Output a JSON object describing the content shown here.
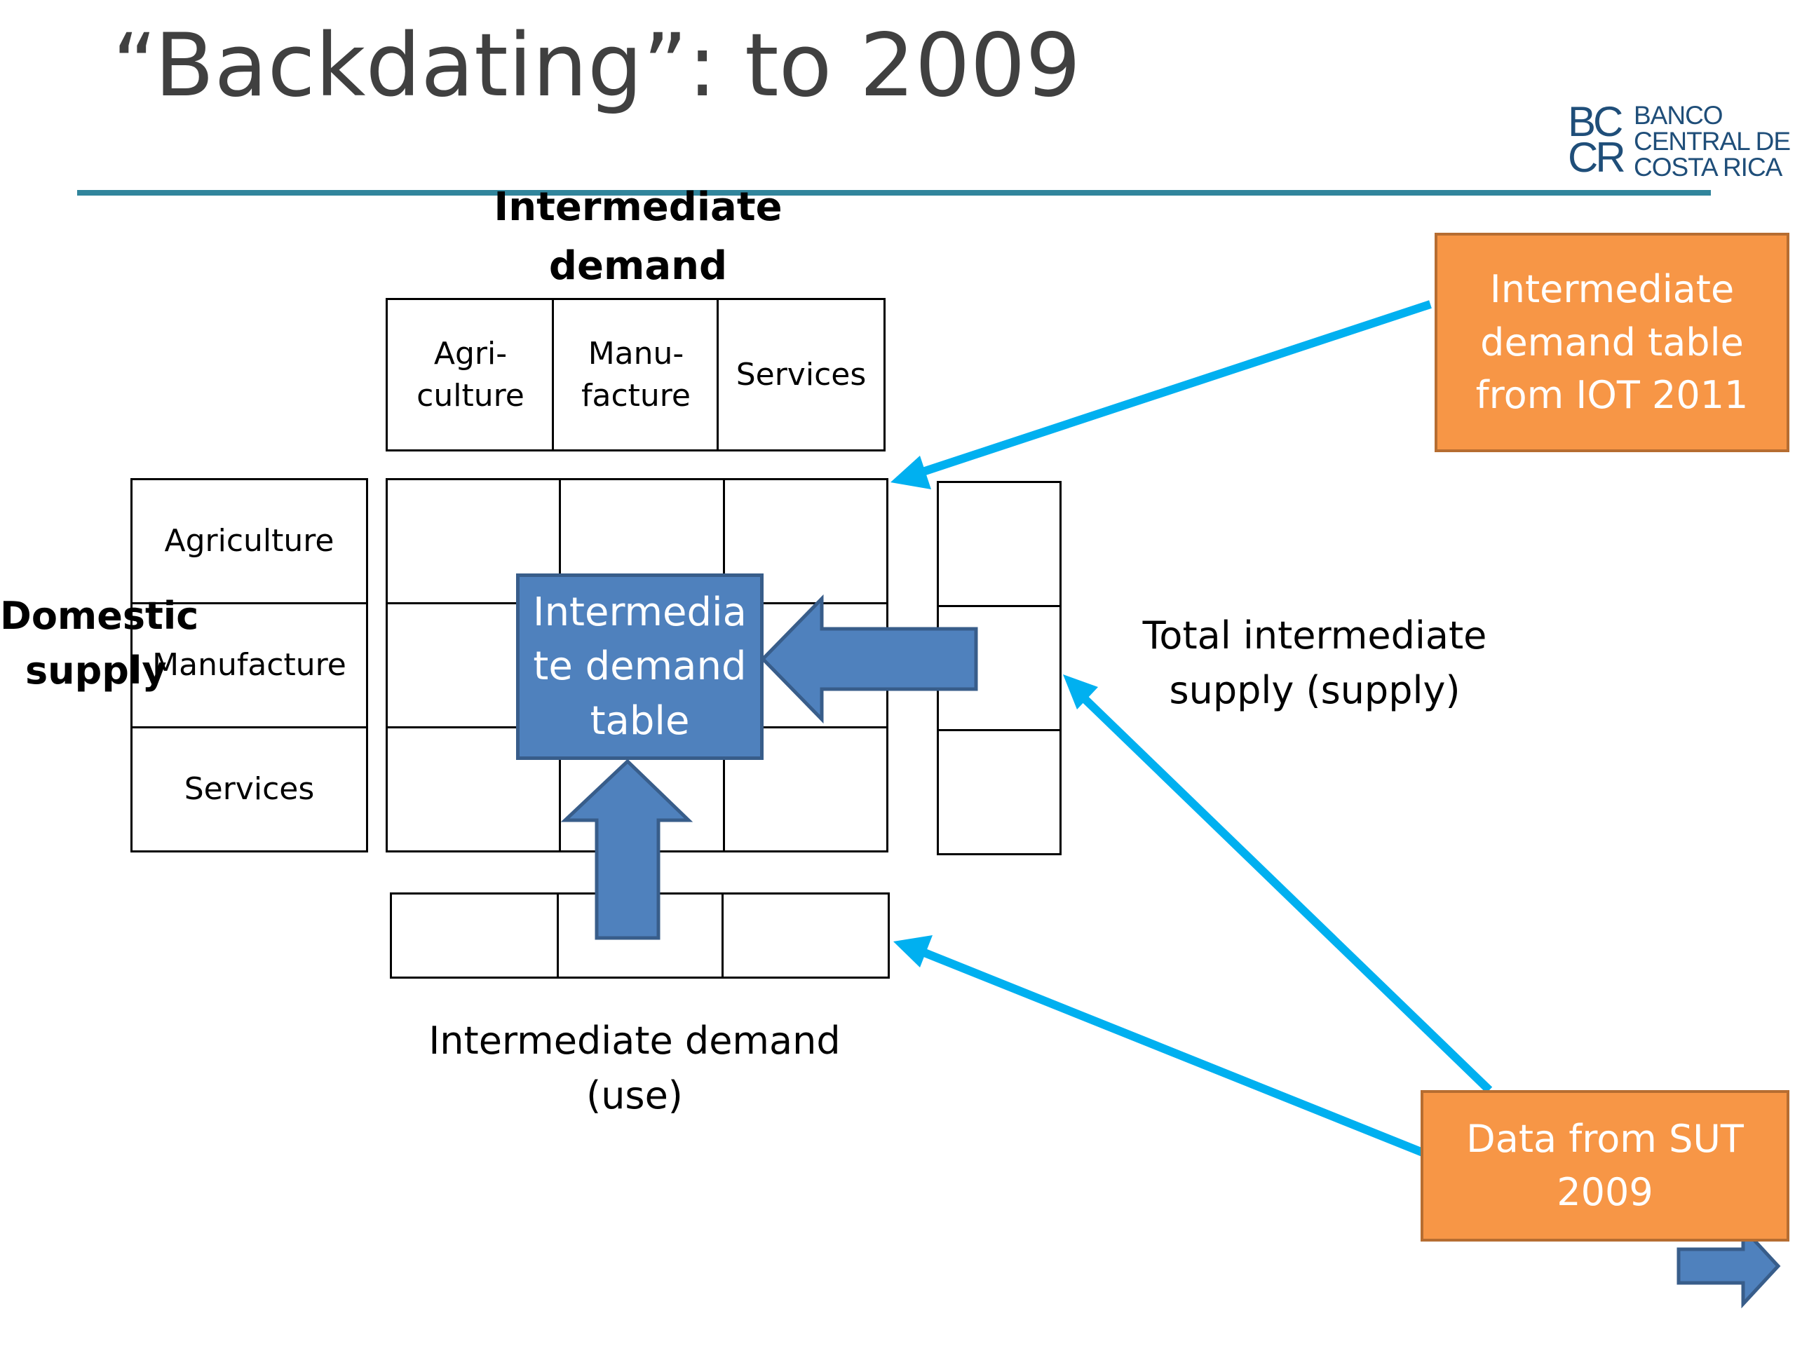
{
  "slide": {
    "title": "“Backdating”: to 2009"
  },
  "logo": {
    "mark": "BC CR",
    "line1": "BANCO",
    "line2": "CENTRAL DE",
    "line3": "COSTA RICA"
  },
  "diagram": {
    "top_header": {
      "line1": "Intermediate",
      "line2": "demand"
    },
    "column_headers": [
      {
        "line1": "Agri-",
        "line2": "culture"
      },
      {
        "line1": "Manu-",
        "line2": "facture"
      },
      {
        "line1": "Services",
        "line2": ""
      }
    ],
    "side_header": {
      "line1": "Domestic",
      "line2": "supply"
    },
    "row_headers": [
      "Agriculture",
      "Manufacture",
      "Services"
    ],
    "center_box": {
      "line1": "Intermedia",
      "line2": "te demand",
      "line3": "table"
    },
    "right_label": {
      "line1": "Total intermediate",
      "line2": "supply (supply)"
    },
    "bottom_label": {
      "line1": "Intermediate demand",
      "line2": "(use)"
    },
    "source_top": {
      "line1": "Intermediate",
      "line2": "demand table",
      "line3": "from IOT 2011"
    },
    "source_bottom": {
      "line1": "Data from SUT",
      "line2": "2009"
    }
  },
  "colors": {
    "title": "#404040",
    "rule": "#31859c",
    "source_box": "#f79646",
    "center_box": "#4f81bd",
    "pointer_arrow": "#00b0f0"
  },
  "icons": {
    "next": "next-arrow-icon"
  }
}
